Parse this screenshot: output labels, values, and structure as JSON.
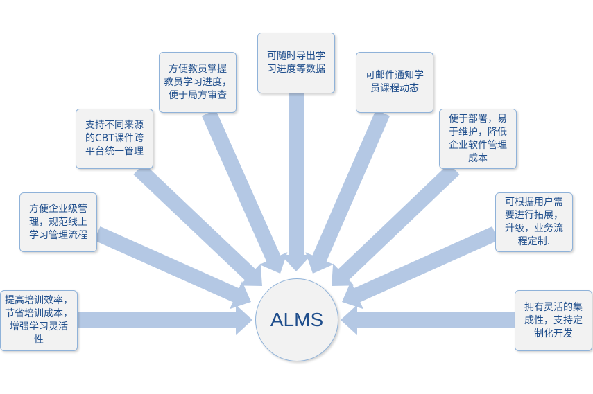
{
  "center": {
    "label": "ALMS"
  },
  "colors": {
    "arrow": "#b4c8e4",
    "box_border": "#8fb2d9",
    "box_fill": "#f2f2f2",
    "text": "#1f4e8c"
  },
  "nodes": [
    {
      "text": "提高培训效率，\n节省培训成本，\n增强学习灵活\n性"
    },
    {
      "text": "方便企业级管\n理，规范线上\n学习管理流程"
    },
    {
      "text": "支持不同来源\n的CBT课件跨\n平台统一管理"
    },
    {
      "text": "方便教员掌握\n教员学习进度，\n便于局方审查"
    },
    {
      "text": "可随时导出学\n习进度等数据"
    },
    {
      "text": "可邮件通知学\n员课程动态"
    },
    {
      "text": "便于部署，易\n于维护，降低\n企业软件管理\n成本"
    },
    {
      "text": "可根据用户需\n要进行拓展，\n升级，业务流\n程定制."
    },
    {
      "text": "拥有灵活的集\n成性，支持定\n制化开发"
    }
  ]
}
